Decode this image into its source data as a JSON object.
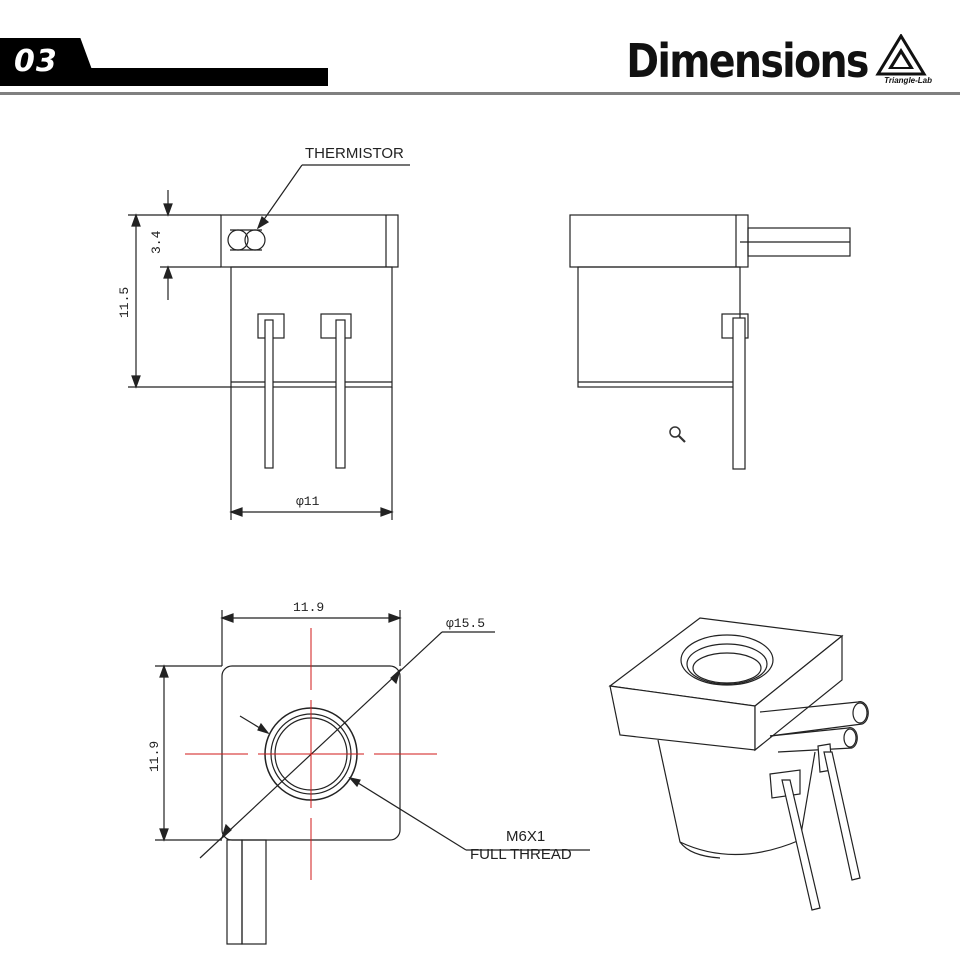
{
  "header": {
    "section_number": "03",
    "title": "Dimensions",
    "logo_text": "Triangle-Lab"
  },
  "annotations": {
    "thermistor": "THERMISTOR",
    "height_top": "3.4",
    "height_total": "11.5",
    "diameter_body": "φ11",
    "width_top": "11.9",
    "height_side": "11.9",
    "diameter_outer": "φ15.5",
    "thread_line1": "M6X1",
    "thread_line2": "FULL THREAD"
  },
  "icons": {
    "zoom": "magnifier-icon"
  },
  "colors": {
    "line": "#222222",
    "centerline": "#d11a1a",
    "header_bar": "#000000",
    "rule": "#808080"
  }
}
